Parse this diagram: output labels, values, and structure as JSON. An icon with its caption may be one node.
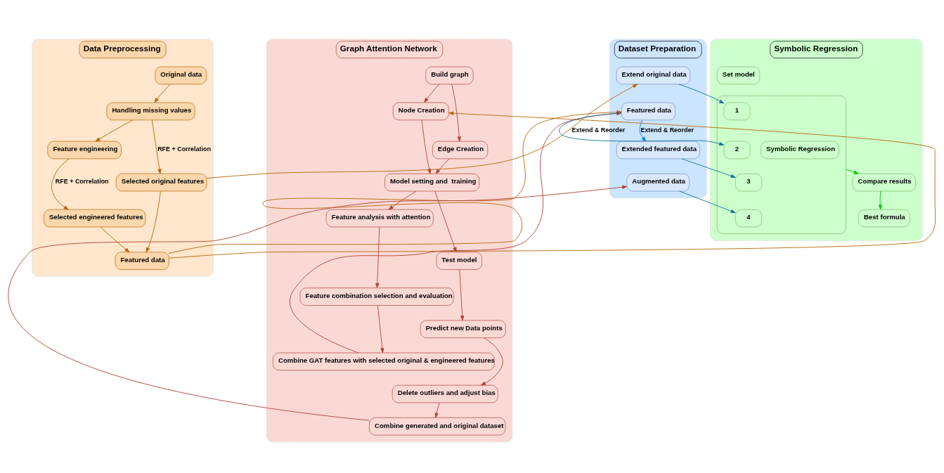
{
  "diagram": {
    "nodes": [
      {
        "text": [
          "Data Preprocessing"
        ]
      },
      {
        "text": [
          "Original data"
        ],
        "in": 0
      },
      {
        "text": [
          "Handling missing values"
        ],
        "in": 0
      },
      {
        "text": [
          "Feature engineering"
        ],
        "in": 0
      },
      {
        "text": [
          "Selected original features"
        ],
        "in": 0
      },
      {
        "text": [
          "Selected engineered features"
        ],
        "in": 0
      },
      {
        "text": [
          "Featured data"
        ],
        "in": 0
      },
      {
        "text": [
          "Graph Attention Network"
        ]
      },
      {
        "text": [
          "Build graph"
        ],
        "in": 7
      },
      {
        "text": [
          "Node Creation"
        ],
        "in": 7
      },
      {
        "text": [
          "Edge Creation"
        ],
        "in": 7
      },
      {
        "text": [
          "Model setting and  training"
        ],
        "in": 7
      },
      {
        "text": [
          "Feature analysis with attention"
        ],
        "in": 7
      },
      {
        "text": [
          "Test model"
        ],
        "in": 7
      },
      {
        "text": [
          "Feature combination selection and evaluation"
        ],
        "in": 7
      },
      {
        "text": [
          "Predict new Data points"
        ],
        "in": 7
      },
      {
        "text": [
          "Combine GAT features with selected original & engineered features"
        ],
        "in": 7
      },
      {
        "text": [
          "Delete outliers and adjust bias"
        ],
        "in": 7
      },
      {
        "text": [
          "Combine generated and original dataset"
        ],
        "in": 7
      },
      {
        "text": [
          "Dataset Preparation"
        ]
      },
      {
        "text": [
          "Extend original data"
        ],
        "in": 19
      },
      {
        "text": [
          "Featured data"
        ],
        "in": 19
      },
      {
        "text": [
          "Extended featured data"
        ],
        "in": 19
      },
      {
        "text": [
          "Augmented data"
        ],
        "in": 19
      },
      {
        "text": [
          "Symbolic Regression"
        ]
      },
      {
        "text": [
          "Set model"
        ],
        "in": 24
      },
      {
        "text": [],
        "shape": "box",
        "in": 24
      },
      {
        "text": [
          "1"
        ],
        "in": 26
      },
      {
        "text": [
          "2"
        ],
        "in": 26
      },
      {
        "text": [
          "3"
        ],
        "in": 26
      },
      {
        "text": [
          "4"
        ],
        "in": 26
      },
      {
        "text": [
          "Symbolic Regression"
        ],
        "in": 26
      },
      {
        "text": [
          "Compare results"
        ],
        "in": 24
      },
      {
        "text": [
          "Best formula"
        ],
        "in": 24
      }
    ],
    "edges": [
      {
        "from": 1,
        "to": 2,
        "arrow": "to",
        "color": "#b46504"
      },
      {
        "from": 2,
        "to": 3,
        "arrow": "to",
        "color": "#b46504"
      },
      {
        "from": 2,
        "to": 4,
        "arrow": "to",
        "label": "RFE + Correlation",
        "color": "#b46504"
      },
      {
        "from": 3,
        "to": 5,
        "arrow": "to",
        "label": "RFE + Correlation",
        "color": "#b46504"
      },
      {
        "from": 4,
        "to": 6,
        "arrow": "to",
        "color": "#b46504"
      },
      {
        "from": 5,
        "to": 6,
        "arrow": "to",
        "color": "#b46504"
      },
      {
        "from": 6,
        "to": 9,
        "arrow": "to",
        "color": "#b46504"
      },
      {
        "from": 8,
        "to": 9,
        "arrow": "to"
      },
      {
        "from": 8,
        "to": 10,
        "arrow": "to"
      },
      {
        "from": 9,
        "to": 11,
        "arrow": "to"
      },
      {
        "from": 10,
        "to": 11,
        "arrow": "to"
      },
      {
        "from": 11,
        "to": 12,
        "arrow": "to"
      },
      {
        "from": 11,
        "to": 13,
        "arrow": "to"
      },
      {
        "from": 12,
        "to": 14,
        "arrow": "to"
      },
      {
        "from": 14,
        "to": 16,
        "arrow": "to"
      },
      {
        "from": 13,
        "to": 15,
        "arrow": "to"
      },
      {
        "from": 15,
        "to": 17,
        "arrow": "to"
      },
      {
        "from": 17,
        "to": 18,
        "arrow": "to"
      },
      {
        "from": 4,
        "to": 20,
        "arrow": "to",
        "label": "Extend & Reorder",
        "color": "#b46504"
      },
      {
        "from": 6,
        "to": 21,
        "arrow": "to",
        "color": "#b46504"
      },
      {
        "from": 16,
        "to": 21,
        "arrow": "to"
      },
      {
        "from": 18,
        "to": 23,
        "arrow": "to"
      },
      {
        "from": 21,
        "to": 22,
        "arrow": "to",
        "label": "Extend & Reorder",
        "color": "#007fff"
      },
      {
        "from": 20,
        "to": 27,
        "arrow": "to",
        "color": "#10739e"
      },
      {
        "from": 21,
        "to": 28,
        "arrow": "to",
        "color": "#10739e"
      },
      {
        "from": 22,
        "to": 29,
        "arrow": "to",
        "color": "#10739e"
      },
      {
        "from": 23,
        "to": 30,
        "arrow": "to",
        "color": "#10739e"
      },
      {
        "from": 26,
        "to": 32,
        "arrow": "to",
        "color": "#00cc00"
      },
      {
        "from": 32,
        "to": 33,
        "arrow": "to",
        "color": "#00cc00"
      }
    ]
  }
}
